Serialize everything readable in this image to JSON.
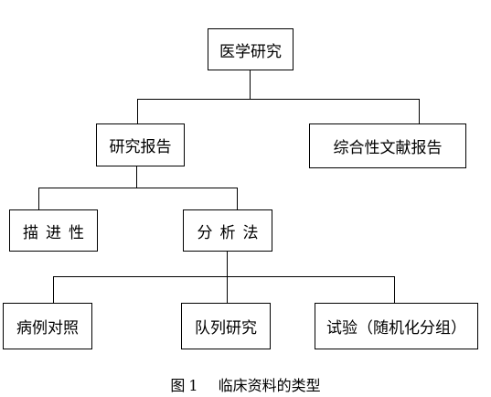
{
  "diagram": {
    "nodes": {
      "root": "医学研究",
      "research_report": "研究报告",
      "literature_review": "综合性文献报告",
      "descriptive": "描进性",
      "analytical": "分析法",
      "case_control": "病例对照",
      "cohort": "队列研究",
      "trial": "试验（随机化分组）"
    },
    "edges": [
      [
        "root",
        "research_report"
      ],
      [
        "root",
        "literature_review"
      ],
      [
        "research_report",
        "descriptive"
      ],
      [
        "research_report",
        "analytical"
      ],
      [
        "analytical",
        "case_control"
      ],
      [
        "analytical",
        "cohort"
      ],
      [
        "analytical",
        "trial"
      ]
    ]
  },
  "caption": {
    "figure_label": "图",
    "figure_number": "1",
    "title": "临床资料的类型"
  }
}
